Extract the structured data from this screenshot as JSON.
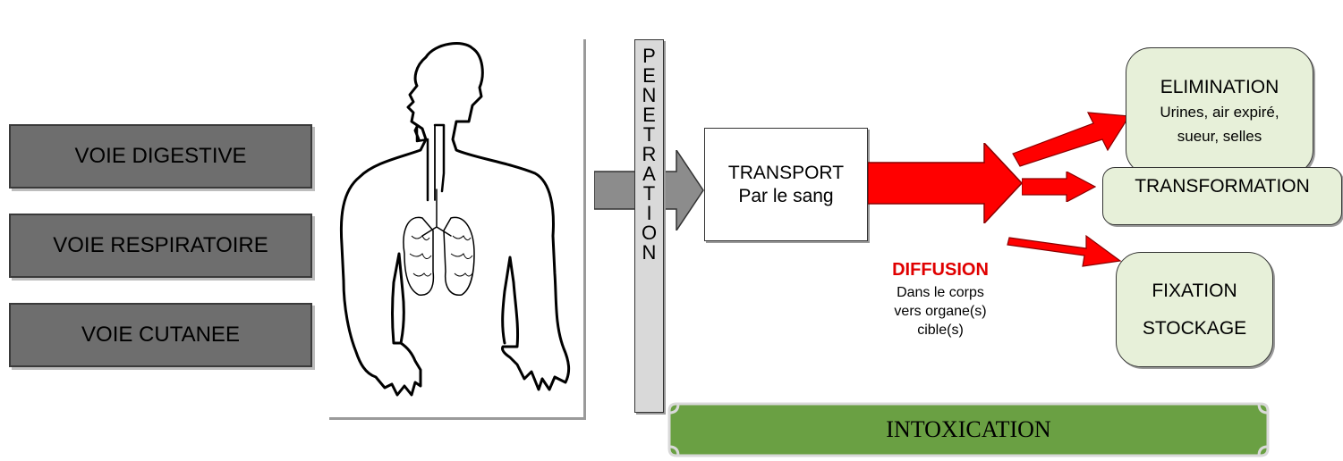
{
  "routes": [
    {
      "label": "VOIE DIGESTIVE"
    },
    {
      "label": "VOIE RESPIRATOIRE"
    },
    {
      "label": "VOIE CUTANEE"
    }
  ],
  "penetration": {
    "letters": [
      "P",
      "E",
      "N",
      "E",
      "T",
      "R",
      "A",
      "T",
      "I",
      "O",
      "N"
    ]
  },
  "transport": {
    "line1": "TRANSPORT",
    "line2": "Par le sang"
  },
  "diffusion": {
    "title": "DIFFUSION",
    "line1": "Dans le corps",
    "line2": "vers organe(s)",
    "line3": "cible(s)"
  },
  "outcomes": {
    "elimination": {
      "title": "ELIMINATION",
      "line1": "Urines, air expiré,",
      "line2": "sueur, selles"
    },
    "transformation": {
      "title": "TRANSFORMATION"
    },
    "fixation": {
      "line1": "FIXATION",
      "line2": "STOCKAGE"
    }
  },
  "intoxication": {
    "label": "INTOXICATION"
  },
  "colors": {
    "route_fill": "#6e6e6e",
    "arrow_gray": "#8c8c8c",
    "arrow_red": "#ff0000",
    "diffusion_red": "#e00000",
    "outcome_fill": "#e7f0d9",
    "banner_green": "#6aa043"
  }
}
